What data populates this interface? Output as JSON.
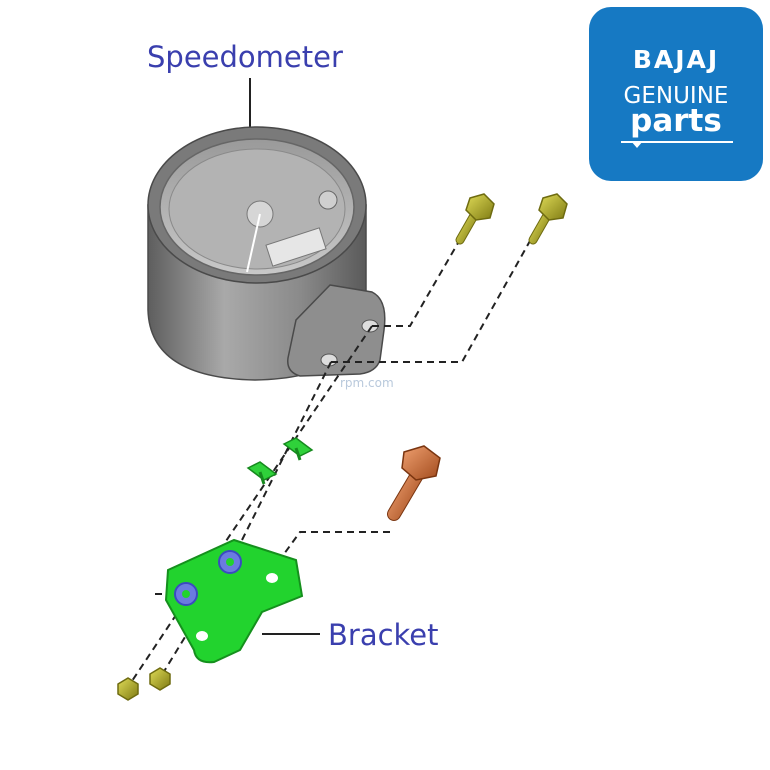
{
  "labels": {
    "speedometer": "Speedometer",
    "bracket": "Bracket"
  },
  "logo": {
    "line1": "BAJAJ",
    "line2": "GENUINE",
    "line3": "parts",
    "background_color": "#1679c3"
  },
  "watermark": "rpm.com",
  "colors": {
    "label_text": "#3a3fae",
    "bracket": "#22d32e",
    "washer": "#2fd13a",
    "bolt_brass": "#b5b227",
    "bolt_copper": "#c8663a",
    "speedometer_body": "#8c8c8c"
  }
}
